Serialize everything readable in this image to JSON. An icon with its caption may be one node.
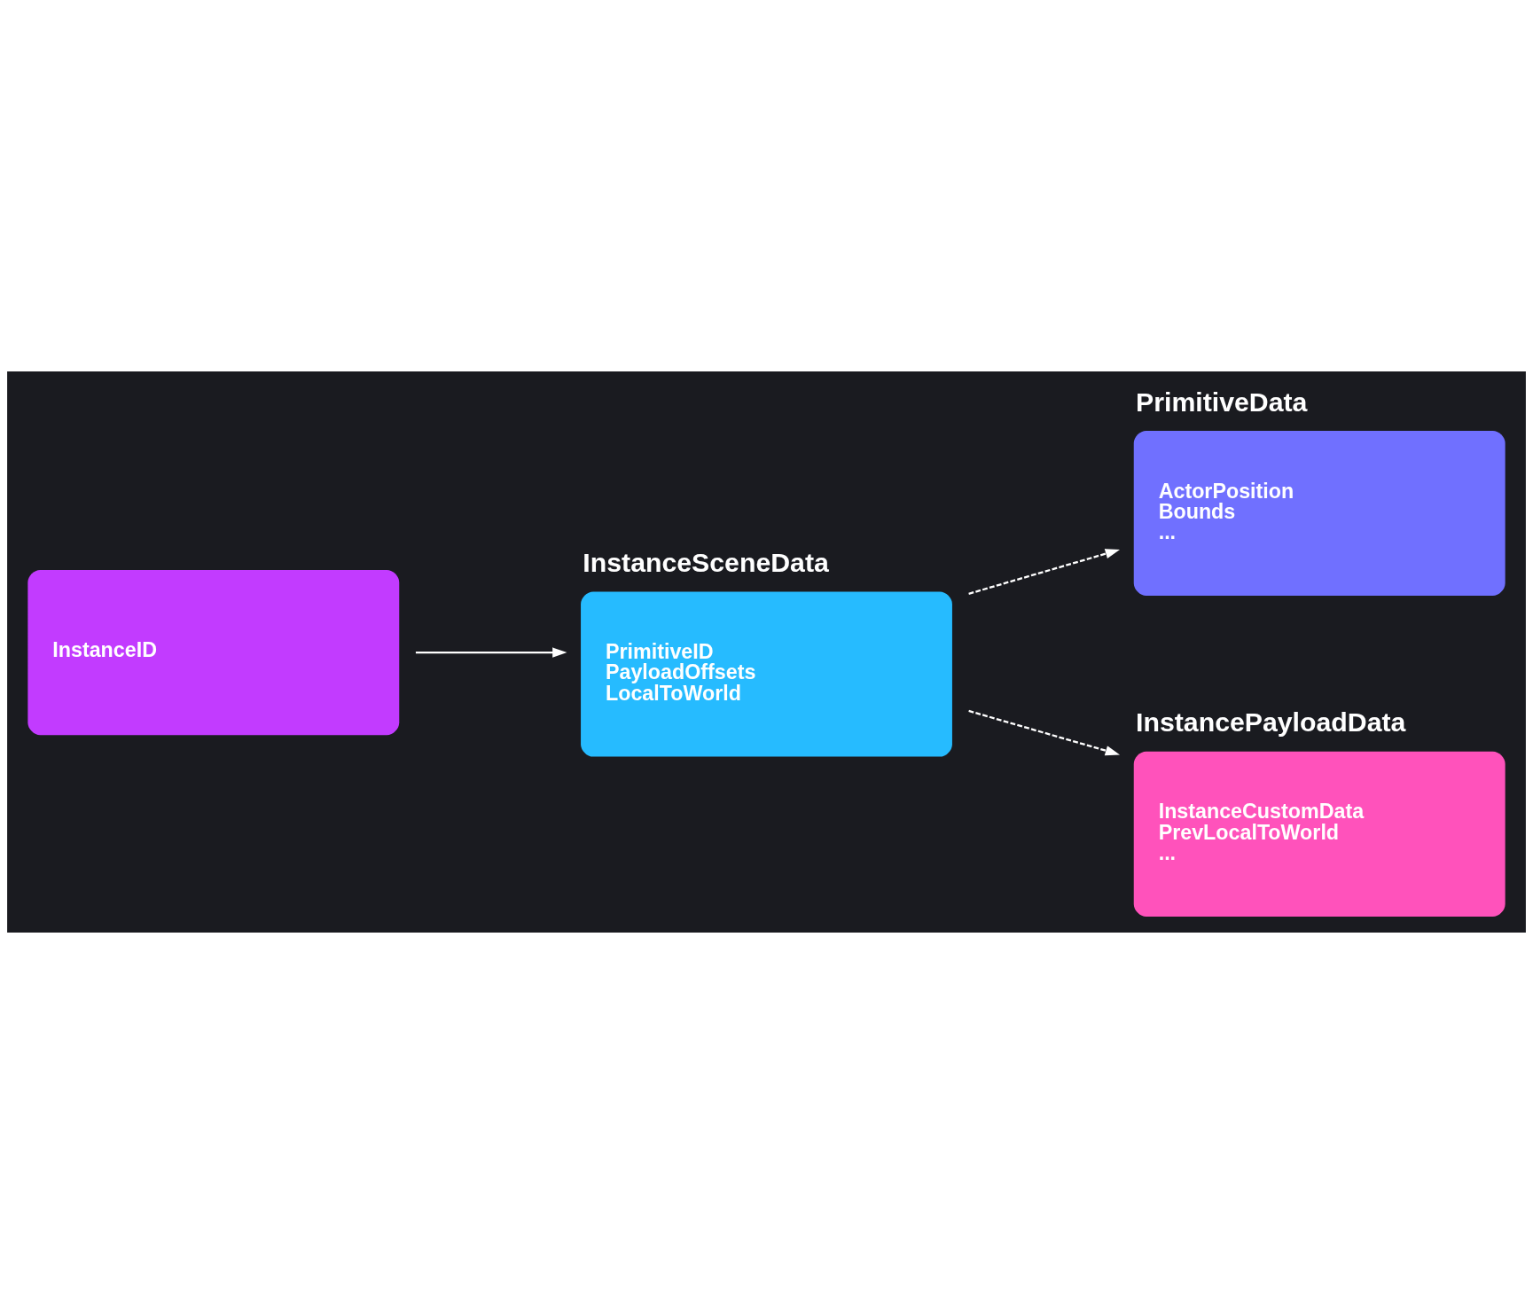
{
  "diagram": {
    "nodes": [
      {
        "text": [
          "PrimitiveData",
          "ActorPosition",
          "Bounds",
          "..."
        ]
      },
      {
        "text": [
          "InstanceSceneData",
          "PrimitiveID",
          "PayloadOffsets",
          "LocalToWorld"
        ]
      },
      {
        "text": [
          "InstancePayloadData",
          "InstanceCustomData",
          "PrevLocalToWorld",
          "..."
        ]
      },
      {
        "text": [
          "InstanceID"
        ]
      }
    ],
    "edges": [
      {
        "from": 3,
        "to": 1,
        "arrow": "to"
      },
      {
        "from": 1,
        "to": 0,
        "arrow": "to",
        "style": "dashed"
      },
      {
        "from": 1,
        "to": 2,
        "arrow": "to",
        "style": "dashed"
      }
    ]
  }
}
